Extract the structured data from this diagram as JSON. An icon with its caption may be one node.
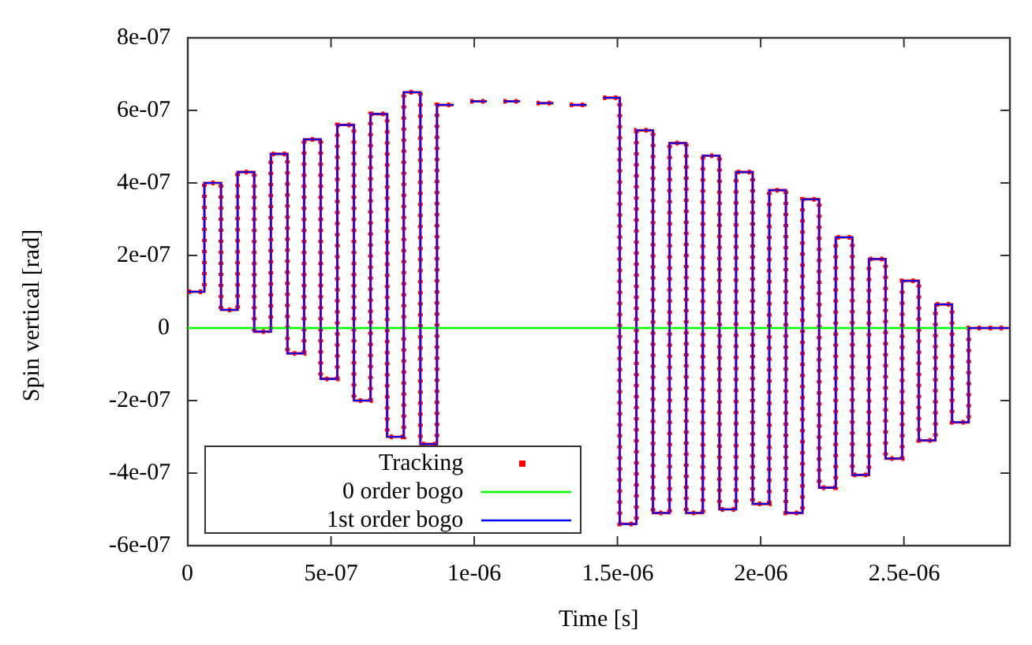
{
  "diagram": {
    "chart_data": {
      "type": "line",
      "xlabel": "Time [s]",
      "ylabel": "Spin vertical [rad]",
      "xlim": [
        0,
        2.87e-06
      ],
      "ylim": [
        -6e-07,
        8e-07
      ],
      "legend": "lower left",
      "xticks": [
        {
          "value": 0,
          "label": "0"
        },
        {
          "value": 5e-07,
          "label": "5e-07"
        },
        {
          "value": 1e-06,
          "label": "1e-06"
        },
        {
          "value": 1.5e-06,
          "label": "1.5e-06"
        },
        {
          "value": 2e-06,
          "label": "2e-06"
        },
        {
          "value": 2.5e-06,
          "label": "2.5e-06"
        }
      ],
      "yticks": [
        {
          "value": 8e-07,
          "label": "8e-07"
        },
        {
          "value": 6e-07,
          "label": "6e-07"
        },
        {
          "value": 4e-07,
          "label": "4e-07"
        },
        {
          "value": 2e-07,
          "label": "2e-07"
        },
        {
          "value": 0,
          "label": "0"
        },
        {
          "value": -2e-07,
          "label": "-2e-07"
        },
        {
          "value": -4e-07,
          "label": "-4e-07"
        },
        {
          "value": -6e-07,
          "label": "-6e-07"
        }
      ],
      "x": [
        0,
        5.8e-08,
        5.8e-08,
        1.16e-07,
        1.16e-07,
        1.74e-07,
        1.74e-07,
        2.32e-07,
        2.32e-07,
        2.9e-07,
        2.9e-07,
        3.48e-07,
        3.48e-07,
        4.06e-07,
        4.06e-07,
        4.64e-07,
        4.64e-07,
        5.22e-07,
        5.22e-07,
        5.8e-07,
        5.8e-07,
        6.38e-07,
        6.38e-07,
        6.96e-07,
        6.96e-07,
        7.54e-07,
        7.54e-07,
        8.12e-07,
        8.12e-07,
        8.7e-07,
        8.7e-07,
        9.28e-07,
        9.28e-07,
        9.86e-07,
        9.86e-07,
        1.044e-06,
        1.044e-06,
        1.102e-06,
        1.102e-06,
        1.16e-06,
        1.16e-06,
        1.218e-06,
        1.218e-06,
        1.276e-06,
        1.276e-06,
        1.334e-06,
        1.334e-06,
        1.392e-06,
        1.392e-06,
        1.45e-06,
        1.45e-06,
        1.508e-06,
        1.508e-06,
        1.566e-06,
        1.566e-06,
        1.624e-06,
        1.624e-06,
        1.682e-06,
        1.682e-06,
        1.74e-06,
        1.74e-06,
        1.798e-06,
        1.798e-06,
        1.856e-06,
        1.856e-06,
        1.914e-06,
        1.914e-06,
        1.972e-06,
        1.972e-06,
        2.03e-06,
        2.03e-06,
        2.088e-06,
        2.088e-06,
        2.146e-06,
        2.146e-06,
        2.204e-06,
        2.204e-06,
        2.262e-06,
        2.262e-06,
        2.32e-06,
        2.32e-06,
        2.378e-06,
        2.378e-06,
        2.436e-06,
        2.436e-06,
        2.494e-06,
        2.494e-06,
        2.552e-06,
        2.552e-06,
        2.61e-06,
        2.61e-06,
        2.668e-06,
        2.668e-06,
        2.726e-06,
        2.726e-06,
        2.87e-06
      ],
      "series": [
        {
          "name": "Tracking",
          "color": "#ff0000",
          "values": [
            1e-07,
            1e-07,
            4e-07,
            4e-07,
            5e-08,
            5e-08,
            4.3e-07,
            4.3e-07,
            -1e-08,
            -1e-08,
            4.8e-07,
            4.8e-07,
            -7e-08,
            -7e-08,
            5.2e-07,
            5.2e-07,
            -1.4e-07,
            -1.4e-07,
            5.6e-07,
            5.6e-07,
            -2e-07,
            -2e-07,
            5.9e-07,
            5.9e-07,
            -3e-07,
            -3e-07,
            6.5e-07,
            6.5e-07,
            -3.2e-07,
            -3.2e-07,
            6.15e-07,
            6.15e-07,
            null,
            null,
            6.25e-07,
            6.25e-07,
            null,
            null,
            6.25e-07,
            6.25e-07,
            null,
            null,
            6.2e-07,
            6.2e-07,
            null,
            null,
            6.15e-07,
            6.15e-07,
            null,
            null,
            6.35e-07,
            6.35e-07,
            -5.4e-07,
            -5.4e-07,
            5.45e-07,
            5.45e-07,
            -5.1e-07,
            -5.1e-07,
            5.1e-07,
            5.1e-07,
            -5.1e-07,
            -5.1e-07,
            4.75e-07,
            4.75e-07,
            -5e-07,
            -5e-07,
            4.3e-07,
            4.3e-07,
            -4.85e-07,
            -4.85e-07,
            3.8e-07,
            3.8e-07,
            -5.1e-07,
            -5.1e-07,
            3.55e-07,
            3.55e-07,
            -4.4e-07,
            -4.4e-07,
            2.5e-07,
            2.5e-07,
            -4.05e-07,
            -4.05e-07,
            1.9e-07,
            1.9e-07,
            -3.6e-07,
            -3.6e-07,
            1.3e-07,
            1.3e-07,
            -3.1e-07,
            -3.1e-07,
            6.5e-08,
            6.5e-08,
            -2.6e-07,
            -2.6e-07,
            0,
            0
          ]
        },
        {
          "name": "0 order bogo",
          "color": "#00ff00",
          "values": [
            0,
            0,
            0,
            0,
            0,
            0,
            0,
            0,
            0,
            0,
            0,
            0,
            0,
            0,
            0,
            0,
            0,
            0,
            0,
            0,
            0,
            0,
            0,
            0,
            0,
            0,
            0,
            0,
            0,
            0,
            0,
            0,
            0,
            0,
            0,
            0,
            0,
            0,
            0,
            0,
            0,
            0,
            0,
            0,
            0,
            0,
            0,
            0,
            0,
            0,
            0,
            0,
            0,
            0,
            0,
            0,
            0,
            0,
            0,
            0,
            0,
            0,
            0,
            0,
            0,
            0,
            0,
            0,
            0,
            0,
            0,
            0,
            0,
            0,
            0,
            0,
            0,
            0,
            0,
            0,
            0,
            0,
            0,
            0,
            0,
            0,
            0,
            0,
            0,
            0,
            0,
            0,
            0,
            0,
            null,
            null
          ]
        },
        {
          "name": "1st order bogo",
          "color": "#0000ff",
          "values": [
            1e-07,
            1e-07,
            4e-07,
            4e-07,
            5e-08,
            5e-08,
            4.3e-07,
            4.3e-07,
            -1e-08,
            -1e-08,
            4.8e-07,
            4.8e-07,
            -7e-08,
            -7e-08,
            5.2e-07,
            5.2e-07,
            -1.4e-07,
            -1.4e-07,
            5.6e-07,
            5.6e-07,
            -2e-07,
            -2e-07,
            5.9e-07,
            5.9e-07,
            -3e-07,
            -3e-07,
            6.5e-07,
            6.5e-07,
            -3.2e-07,
            -3.2e-07,
            6.15e-07,
            6.15e-07,
            null,
            null,
            6.25e-07,
            6.25e-07,
            null,
            null,
            6.25e-07,
            6.25e-07,
            null,
            null,
            6.2e-07,
            6.2e-07,
            null,
            null,
            6.15e-07,
            6.15e-07,
            null,
            null,
            6.35e-07,
            6.35e-07,
            -5.4e-07,
            -5.4e-07,
            5.45e-07,
            5.45e-07,
            -5.1e-07,
            -5.1e-07,
            5.1e-07,
            5.1e-07,
            -5.1e-07,
            -5.1e-07,
            4.75e-07,
            4.75e-07,
            -5e-07,
            -5e-07,
            4.3e-07,
            4.3e-07,
            -4.85e-07,
            -4.85e-07,
            3.8e-07,
            3.8e-07,
            -5.1e-07,
            -5.1e-07,
            3.55e-07,
            3.55e-07,
            -4.4e-07,
            -4.4e-07,
            2.5e-07,
            2.5e-07,
            -4.05e-07,
            -4.05e-07,
            1.9e-07,
            1.9e-07,
            -3.6e-07,
            -3.6e-07,
            1.3e-07,
            1.3e-07,
            -3.1e-07,
            -3.1e-07,
            6.5e-08,
            6.5e-08,
            -2.6e-07,
            -2.6e-07,
            0,
            0
          ]
        }
      ]
    }
  }
}
